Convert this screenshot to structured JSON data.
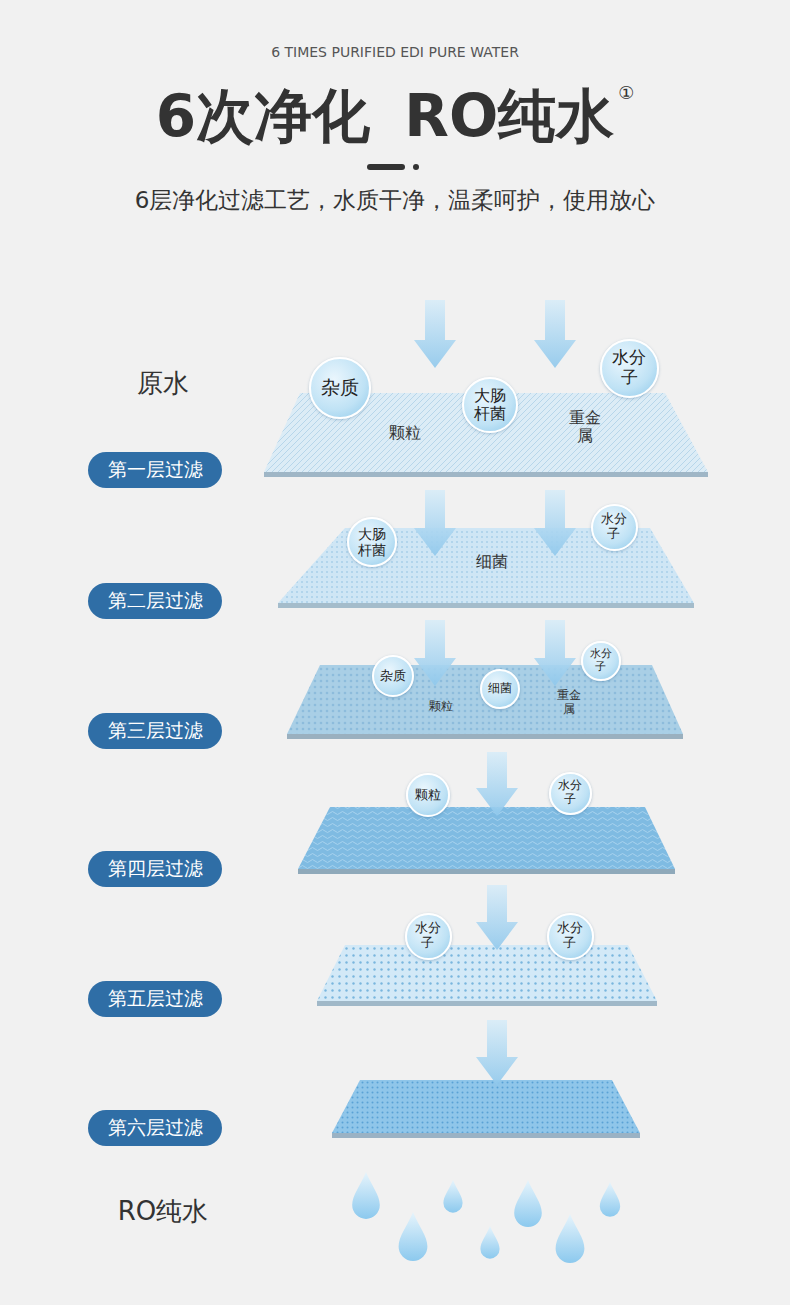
{
  "diagram": {
    "title": "6次净化 RO纯水",
    "nodes": [
      {
        "text": [
          "水分子"
        ]
      },
      {
        "text": [
          "杂质"
        ]
      },
      {
        "text": [
          "大肠杆菌"
        ]
      },
      {
        "text": [
          "第一层过滤"
        ]
      },
      {
        "text": [
          "大肠杆菌"
        ]
      },
      {
        "text": [
          "水分子"
        ]
      },
      {
        "text": [
          "第二层过滤"
        ]
      },
      {
        "text": [
          "水分子"
        ]
      },
      {
        "text": [
          "杂质"
        ]
      },
      {
        "text": [
          "细菌"
        ]
      },
      {
        "text": [
          "第三层过滤"
        ]
      },
      {
        "text": [
          "颗粒"
        ]
      },
      {
        "text": [
          "水分子"
        ]
      },
      {
        "text": [
          "第四层过滤"
        ]
      },
      {
        "text": [
          "水分子"
        ]
      },
      {
        "text": [
          "水分子"
        ]
      },
      {
        "text": [
          "第五层过滤"
        ]
      },
      {
        "text": [
          "第六层过滤"
        ]
      }
    ],
    "labels": [
      "6 TIMES PURIFIED EDI PURE WATER",
      "①",
      "6层净化过滤工艺，水质干净，温柔呵护，使用放心",
      "原水",
      "颗粒",
      "重金属",
      "细菌",
      "颗粒",
      "重金属",
      "RO纯水"
    ]
  }
}
